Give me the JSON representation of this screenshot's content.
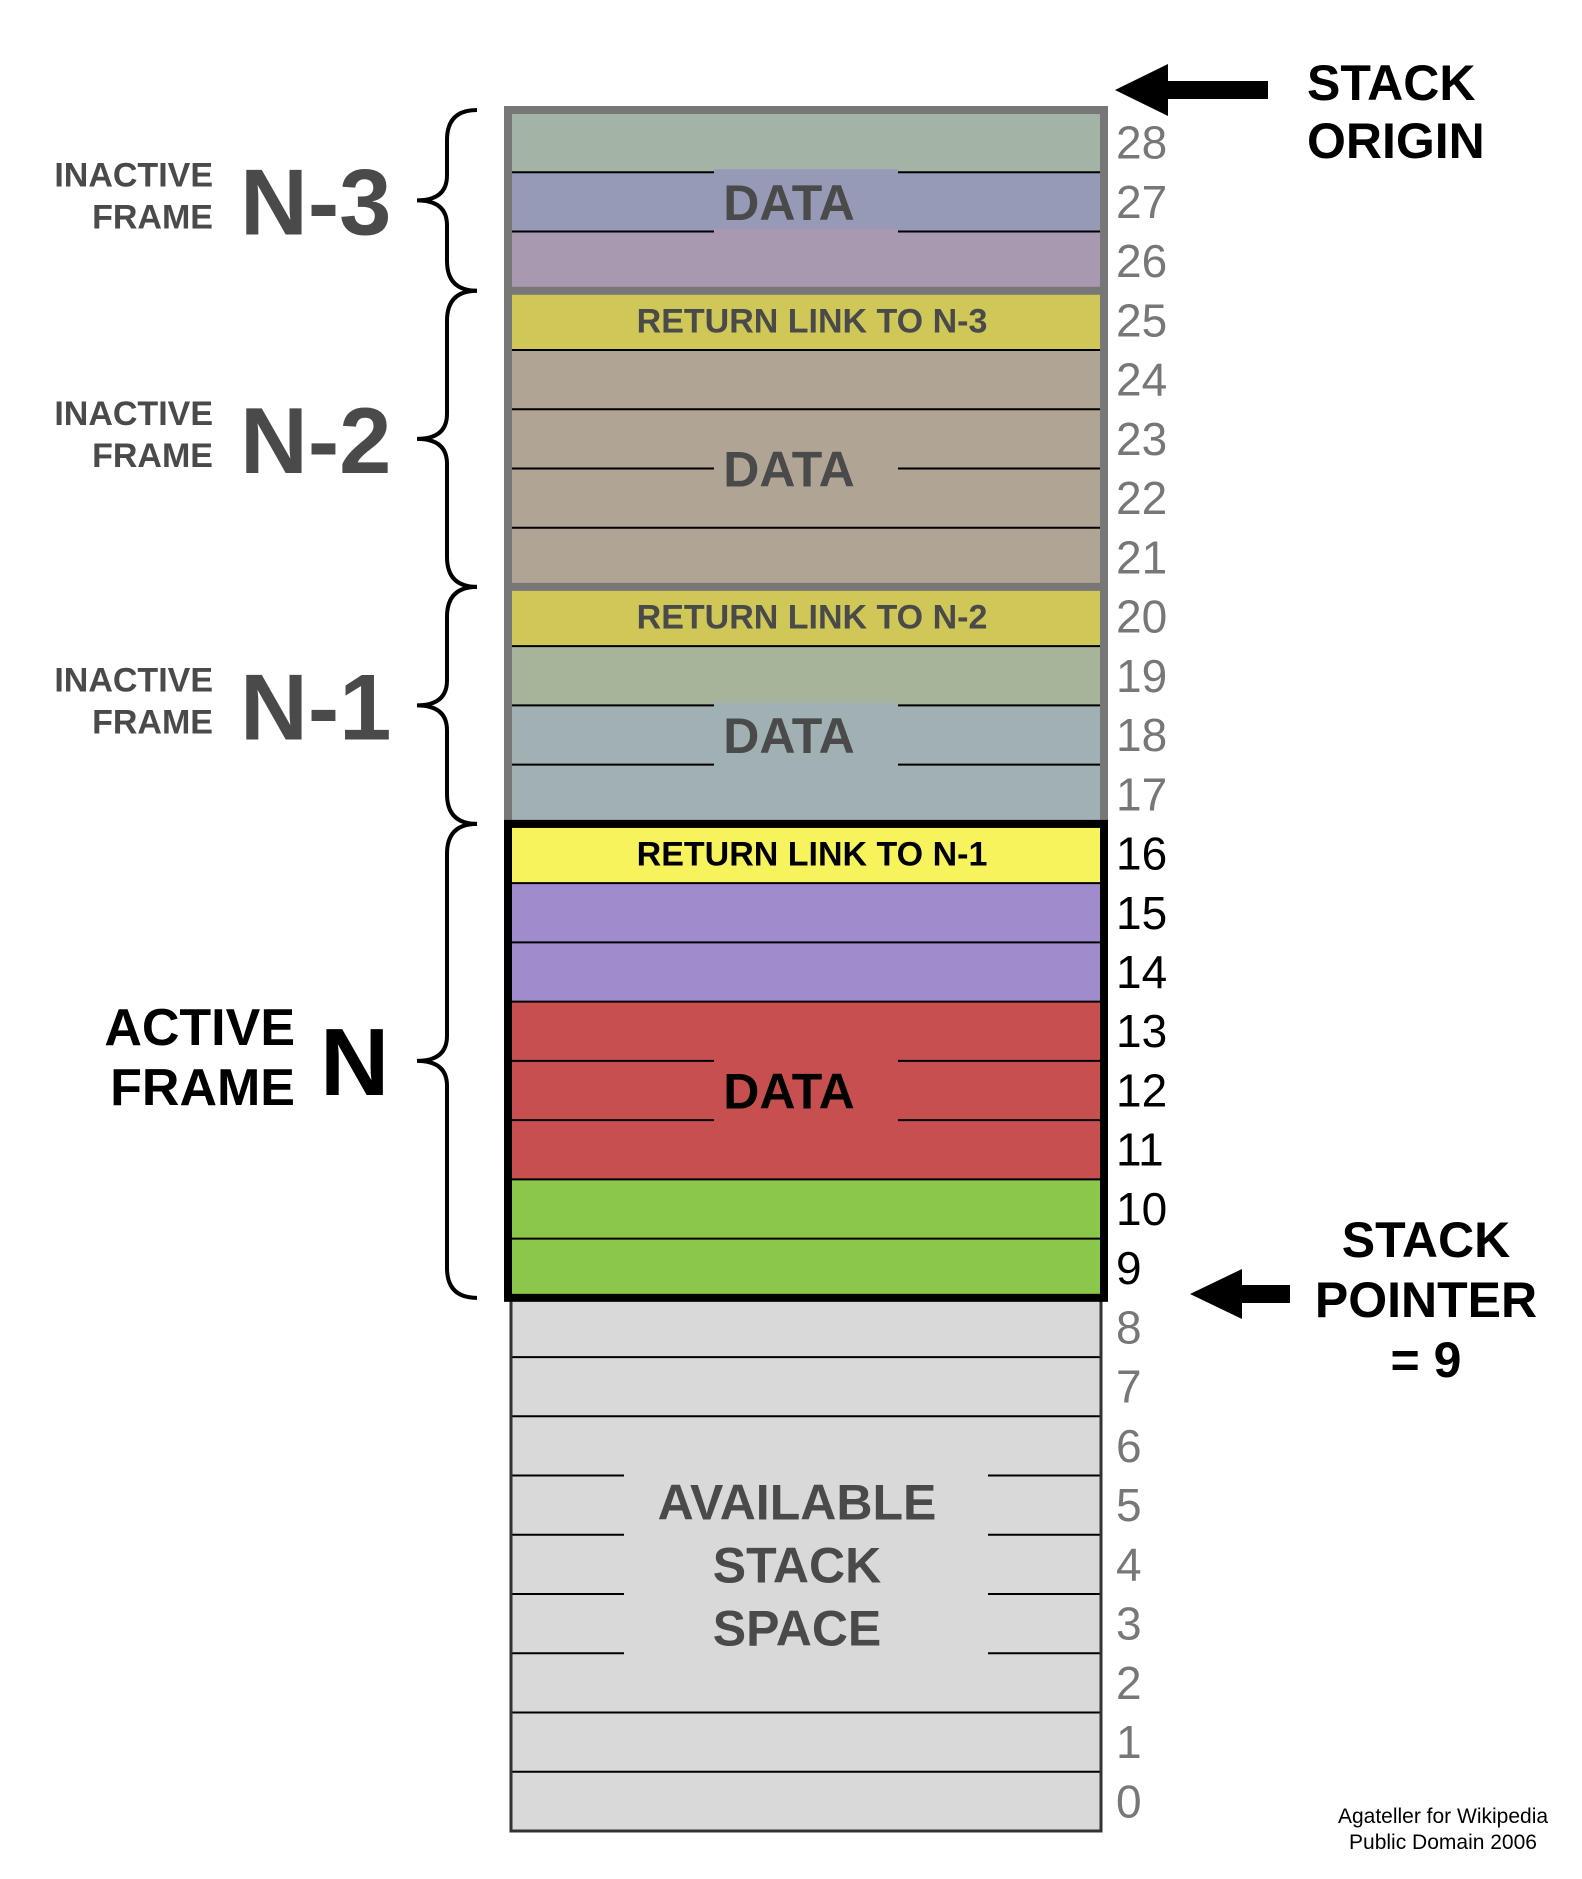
{
  "header": {
    "stack_origin": [
      "STACK",
      "ORIGIN"
    ]
  },
  "pointer": {
    "label": [
      "STACK",
      "POINTER",
      "= 9"
    ],
    "value": 9
  },
  "frames": [
    {
      "id": "n3",
      "state_line1": "INACTIVE",
      "state_line2": "FRAME",
      "name": "N-3",
      "active": false,
      "top_slot": 28,
      "bottom_slot": 26
    },
    {
      "id": "n2",
      "state_line1": "INACTIVE",
      "state_line2": "FRAME",
      "name": "N-2",
      "active": false,
      "top_slot": 25,
      "bottom_slot": 21
    },
    {
      "id": "n1",
      "state_line1": "INACTIVE",
      "state_line2": "FRAME",
      "name": "N-1",
      "active": false,
      "top_slot": 20,
      "bottom_slot": 17
    },
    {
      "id": "n",
      "state_line1": "ACTIVE",
      "state_line2": "FRAME",
      "name": "N",
      "active": true,
      "top_slot": 16,
      "bottom_slot": 9
    }
  ],
  "slots": [
    {
      "index": 28,
      "color": "#a3b3a6",
      "label": ""
    },
    {
      "index": 27,
      "color": "#969ab6",
      "label": ""
    },
    {
      "index": 26,
      "color": "#a898b0",
      "label": ""
    },
    {
      "index": 25,
      "color": "#cfc757",
      "label": "RETURN LINK TO N-3"
    },
    {
      "index": 24,
      "color": "#b0a595",
      "label": ""
    },
    {
      "index": 23,
      "color": "#b0a595",
      "label": ""
    },
    {
      "index": 22,
      "color": "#b0a595",
      "label": ""
    },
    {
      "index": 21,
      "color": "#b0a595",
      "label": ""
    },
    {
      "index": 20,
      "color": "#cfc757",
      "label": "RETURN LINK TO N-2"
    },
    {
      "index": 19,
      "color": "#a6b49a",
      "label": ""
    },
    {
      "index": 18,
      "color": "#a0b0b3",
      "label": ""
    },
    {
      "index": 17,
      "color": "#a0b0b3",
      "label": ""
    },
    {
      "index": 16,
      "color": "#f7f35c",
      "label": "RETURN LINK TO N-1"
    },
    {
      "index": 15,
      "color": "#a08ccc",
      "label": ""
    },
    {
      "index": 14,
      "color": "#a08ccc",
      "label": ""
    },
    {
      "index": 13,
      "color": "#c84f50",
      "label": ""
    },
    {
      "index": 12,
      "color": "#c84f50",
      "label": ""
    },
    {
      "index": 11,
      "color": "#c84f50",
      "label": ""
    },
    {
      "index": 10,
      "color": "#8ac74b",
      "label": ""
    },
    {
      "index": 9,
      "color": "#8ac74b",
      "label": ""
    },
    {
      "index": 8,
      "color": "#d9d9d9",
      "label": ""
    },
    {
      "index": 7,
      "color": "#d9d9d9",
      "label": ""
    },
    {
      "index": 6,
      "color": "#d9d9d9",
      "label": ""
    },
    {
      "index": 5,
      "color": "#d9d9d9",
      "label": ""
    },
    {
      "index": 4,
      "color": "#d9d9d9",
      "label": ""
    },
    {
      "index": 3,
      "color": "#d9d9d9",
      "label": ""
    },
    {
      "index": 2,
      "color": "#d9d9d9",
      "label": ""
    },
    {
      "index": 1,
      "color": "#d9d9d9",
      "label": ""
    },
    {
      "index": 0,
      "color": "#d9d9d9",
      "label": ""
    }
  ],
  "region_labels": [
    {
      "id": "n3-data",
      "lines": [
        "DATA"
      ],
      "from_slot": 28,
      "to_slot": 26,
      "frame": "n3"
    },
    {
      "id": "n2-data",
      "lines": [
        "DATA"
      ],
      "from_slot": 24,
      "to_slot": 21,
      "frame": "n2"
    },
    {
      "id": "n1-data",
      "lines": [
        "DATA"
      ],
      "from_slot": 19,
      "to_slot": 17,
      "frame": "n1"
    },
    {
      "id": "n-data",
      "lines": [
        "DATA"
      ],
      "from_slot": 15,
      "to_slot": 9,
      "frame": "n"
    },
    {
      "id": "available",
      "lines": [
        "AVAILABLE",
        "STACK",
        "SPACE"
      ],
      "from_slot": 8,
      "to_slot": 0,
      "frame": "free"
    }
  ],
  "credit": [
    "Agateller for Wikipedia",
    "Public Domain 2006"
  ],
  "colors": {
    "inactive_text": "#4a4a4a",
    "inactive_index": "#777777",
    "active_text": "#000000",
    "inactive_border": "#777777",
    "active_border": "#000000",
    "free_border": "#333333"
  }
}
